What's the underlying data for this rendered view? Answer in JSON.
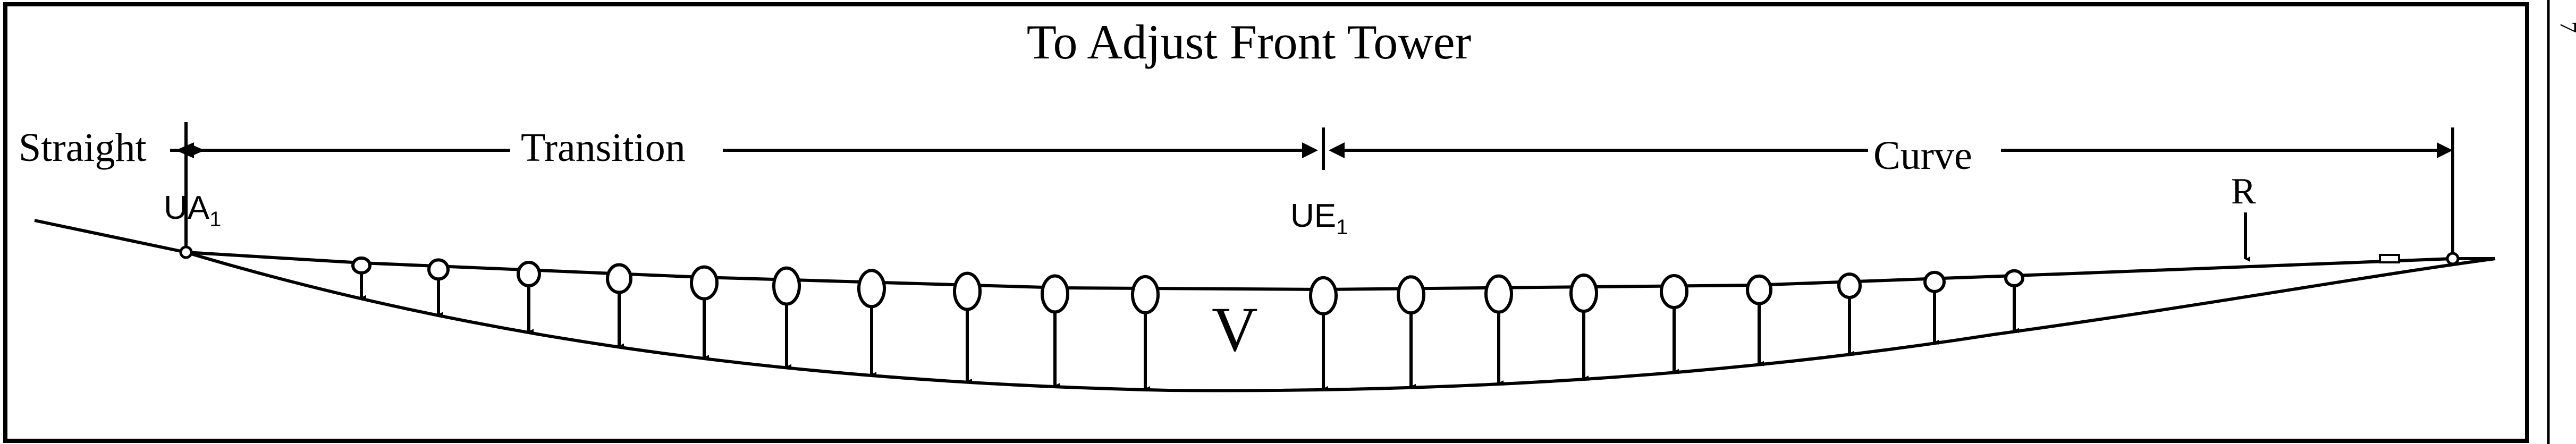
{
  "title": "To Adjust Front Tower",
  "sections": {
    "straight": "Straight",
    "transition": "Transition",
    "curve": "Curve"
  },
  "points": {
    "ua": "UA",
    "ua_sub": "1",
    "ue": "UE",
    "ue_sub": "1",
    "r": "R"
  },
  "center_label": "V",
  "side_mark": "7",
  "droppers": {
    "count": 19
  }
}
